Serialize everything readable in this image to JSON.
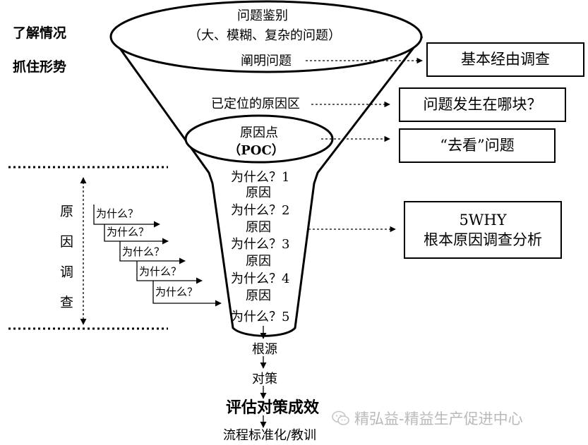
{
  "left_header": {
    "line1": "了解情况",
    "line2": "抓住形势"
  },
  "funnel": {
    "top_title": "问题鉴别",
    "top_subtitle": "（大、模糊、复杂的问题）",
    "clarify": "阐明问题",
    "located_area": "已定位的原因区",
    "poc_title": "原因点",
    "poc_abbr": "（POC）",
    "why_steps": [
      {
        "why": "为什么？1",
        "reason": "原因"
      },
      {
        "why": "为什么？2",
        "reason": "原因"
      },
      {
        "why": "为什么？3",
        "reason": "原因"
      },
      {
        "why": "为什么？4",
        "reason": "原因"
      },
      {
        "why": "为什么？5",
        "reason": ""
      }
    ]
  },
  "bottom_steps": [
    "根源",
    "对策",
    "评估对策成效",
    "流程标准化/教训"
  ],
  "right_boxes": {
    "basic_survey": "基本经由调查",
    "where_problem": "问题发生在哪块？",
    "go_see": "“去看”问题",
    "fivewhy_line1": "5WHY",
    "fivewhy_line2": "根本原因调查分析"
  },
  "cause_investigation": [
    "原",
    "因",
    "调",
    "查"
  ],
  "staircase_labels": [
    "为什么？",
    "为什么？",
    "为什么？",
    "为什么？",
    "为什么？"
  ],
  "watermark": "精弘益-精益生产促进中心"
}
